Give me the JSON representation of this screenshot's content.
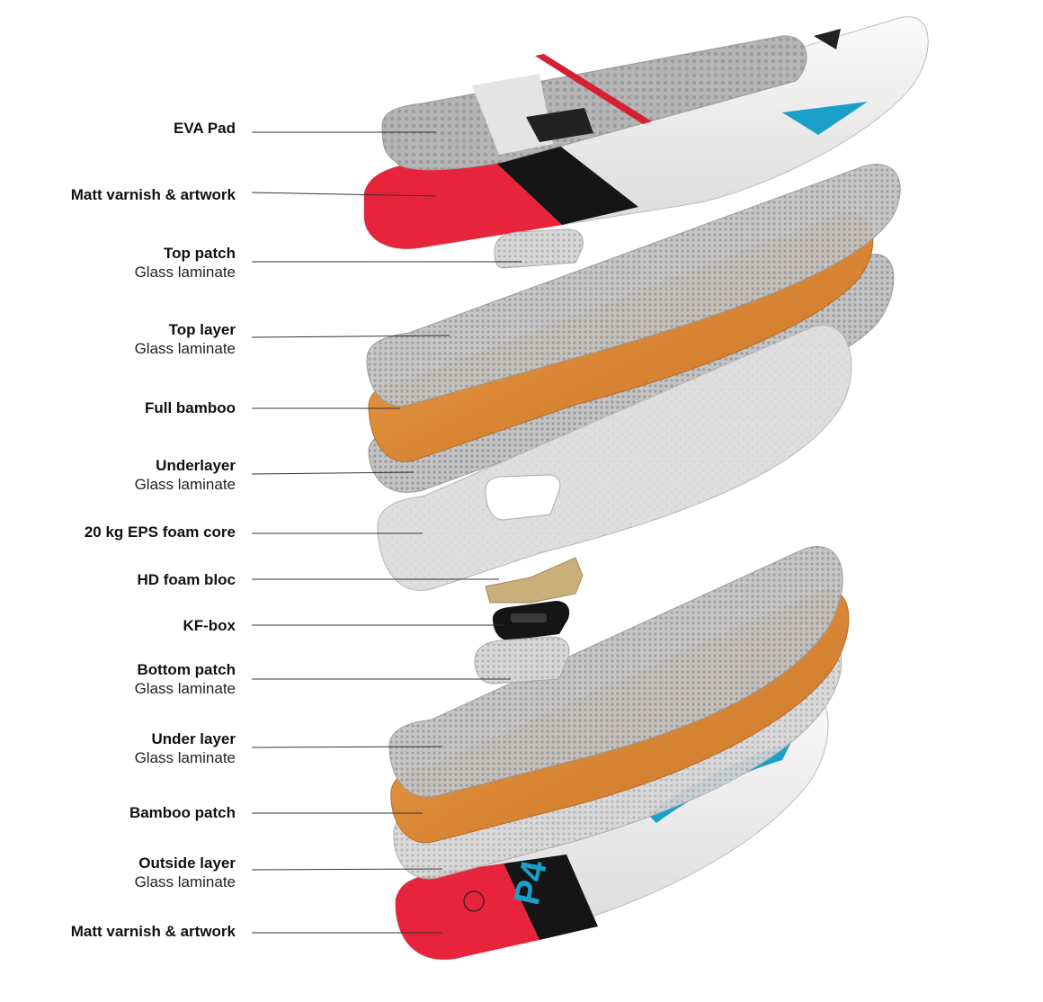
{
  "layers": [
    {
      "key": "eva_pad",
      "main": "EVA Pad",
      "sub": ""
    },
    {
      "key": "matt_varnish_top",
      "main": "Matt varnish & artwork",
      "sub": ""
    },
    {
      "key": "top_patch",
      "main": "Top patch",
      "sub": "Glass laminate"
    },
    {
      "key": "top_layer",
      "main": "Top layer",
      "sub": "Glass laminate"
    },
    {
      "key": "full_bamboo",
      "main": "Full bamboo",
      "sub": ""
    },
    {
      "key": "underlayer",
      "main": "Underlayer",
      "sub": "Glass laminate"
    },
    {
      "key": "eps_core",
      "main": "20 kg EPS foam core",
      "sub": ""
    },
    {
      "key": "hd_foam",
      "main": "HD foam bloc",
      "sub": ""
    },
    {
      "key": "kf_box",
      "main": "KF-box",
      "sub": ""
    },
    {
      "key": "bottom_patch",
      "main": "Bottom patch",
      "sub": "Glass laminate"
    },
    {
      "key": "under_layer",
      "main": "Under layer",
      "sub": "Glass laminate"
    },
    {
      "key": "bamboo_patch",
      "main": "Bamboo patch",
      "sub": ""
    },
    {
      "key": "outside_layer",
      "main": "Outside layer",
      "sub": "Glass laminate"
    },
    {
      "key": "matt_varnish_bottom",
      "main": "Matt varnish & artwork",
      "sub": ""
    }
  ],
  "colors": {
    "red": "#e8243c",
    "black": "#151515",
    "white_board": "#efefef",
    "glass": "#bdbdbd",
    "bamboo": "#e08a3c",
    "foam": "#dcdcdc",
    "hd_foam": "#c9b07a",
    "blue": "#1aa0c8",
    "leader_line": "#333333"
  },
  "artwork": {
    "bottom_number": "P4"
  }
}
